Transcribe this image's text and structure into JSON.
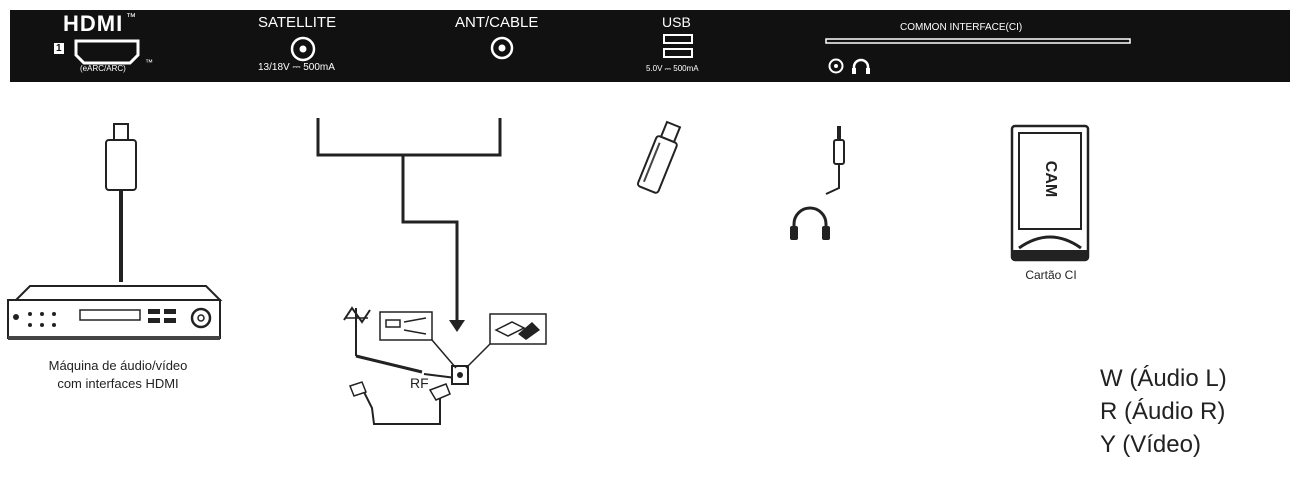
{
  "panel": {
    "hdmi_logo": "HDMI",
    "hdmi_tm": "™",
    "hdmi_number": "1",
    "hdmi_sub": "(eARC/ARC)",
    "hdmi_sub_tm": "™",
    "satellite_title": "SATELLITE",
    "satellite_spec": "13/18V ⎓ 500mA",
    "antcable_title": "ANT/CABLE",
    "usb_title": "USB",
    "usb_spec": "5.0V ⎓ 500mA",
    "ci_title": "COMMON  INTERFACE(CI)"
  },
  "devices": {
    "av_label_line1": "Máquina de áudio/vídeo",
    "av_label_line2": "com interfaces HDMI",
    "rf_label": "RF",
    "cam_text": "CAM",
    "ci_card_label": "Cartão CI"
  },
  "legend": {
    "line1": "W (Áudio L)",
    "line2": "R (Áudio R)",
    "line3": "Y (Vídeo)"
  },
  "colors": {
    "panel_background": "#111111",
    "line_color": "#222222"
  }
}
